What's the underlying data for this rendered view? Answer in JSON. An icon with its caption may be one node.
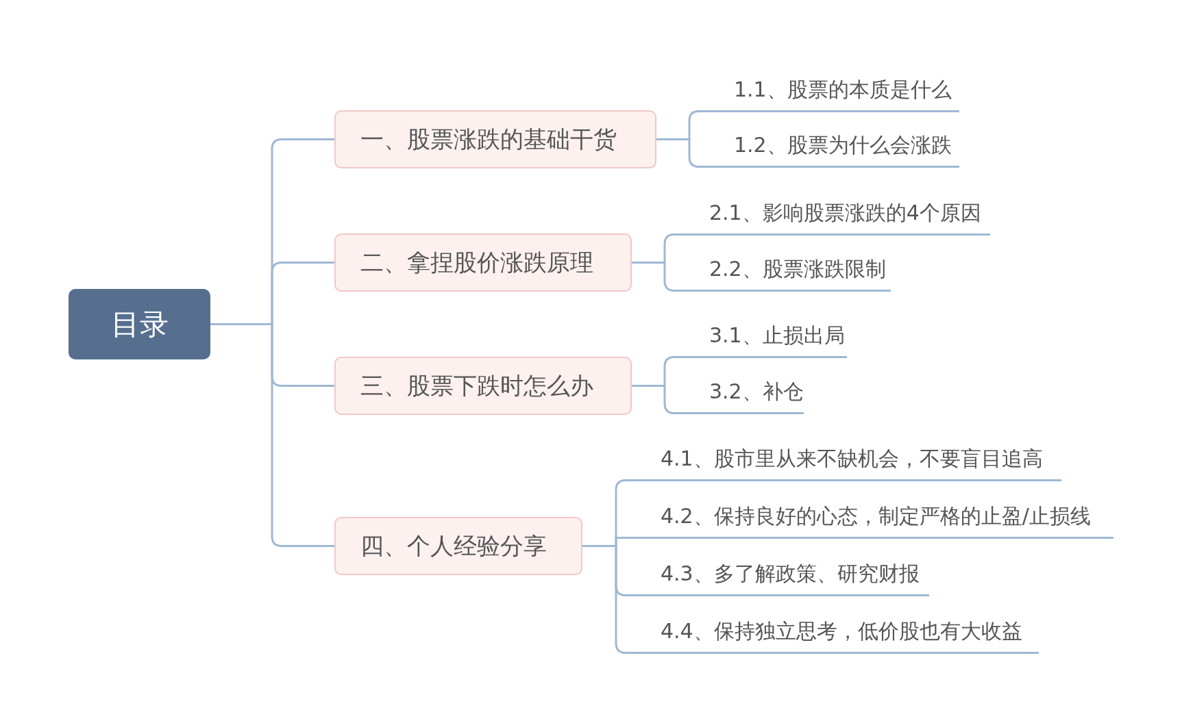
{
  "diagram": {
    "nodes": [
      {
        "text": [
          "目录"
        ]
      },
      {
        "text": [
          "一、股票涨跌的基础干货"
        ]
      },
      {
        "text": [
          "1.1、股票的本质是什么"
        ]
      },
      {
        "text": [
          "1.2、股票为什么会涨跌"
        ]
      },
      {
        "text": [
          "二、拿捏股价涨跌原理"
        ]
      },
      {
        "text": [
          "2.1、影响股票涨跌的4个原因"
        ]
      },
      {
        "text": [
          "2.2、股票涨跌限制"
        ]
      },
      {
        "text": [
          "三、股票下跌时怎么办"
        ]
      },
      {
        "text": [
          "3.1、止损出局"
        ]
      },
      {
        "text": [
          "3.2、补仓"
        ]
      },
      {
        "text": [
          "四、个人经验分享"
        ]
      },
      {
        "text": [
          "4.1、股市里从来不缺机会，不要盲目追高"
        ]
      },
      {
        "text": [
          "4.2、保持良好的心态，制定严格的止盈/止损线"
        ]
      },
      {
        "text": [
          "4.3、多了解政策、研究财报"
        ]
      },
      {
        "text": [
          "4.4、保持独立思考，低价股也有大收益"
        ]
      }
    ],
    "edges": [
      {
        "from": 0,
        "to": 1,
        "arrow": "none"
      },
      {
        "from": 0,
        "to": 4,
        "arrow": "none"
      },
      {
        "from": 0,
        "to": 7,
        "arrow": "none"
      },
      {
        "from": 0,
        "to": 10,
        "arrow": "none"
      },
      {
        "from": 1,
        "to": 2,
        "arrow": "none"
      },
      {
        "from": 1,
        "to": 3,
        "arrow": "none"
      },
      {
        "from": 4,
        "to": 5,
        "arrow": "none"
      },
      {
        "from": 4,
        "to": 6,
        "arrow": "none"
      },
      {
        "from": 7,
        "to": 8,
        "arrow": "none"
      },
      {
        "from": 7,
        "to": 9,
        "arrow": "none"
      },
      {
        "from": 10,
        "to": 11,
        "arrow": "none"
      },
      {
        "from": 10,
        "to": 12,
        "arrow": "none"
      },
      {
        "from": 10,
        "to": 13,
        "arrow": "none"
      },
      {
        "from": 10,
        "to": 14,
        "arrow": "none"
      }
    ]
  }
}
